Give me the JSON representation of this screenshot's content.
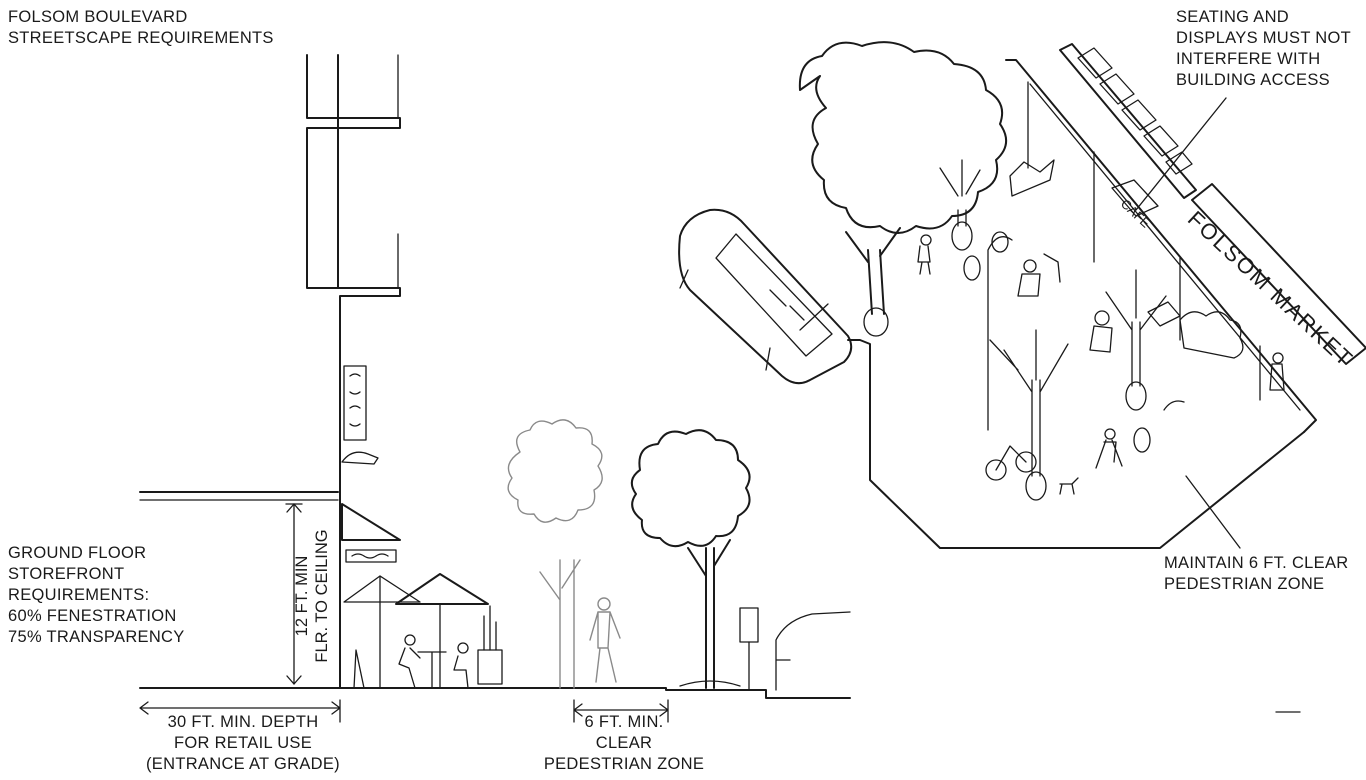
{
  "title": {
    "line1": "FOLSOM BOULEVARD",
    "line2": "STREETSCAPE REQUIREMENTS"
  },
  "storefront_note": {
    "line1": "GROUND FLOOR",
    "line2": "STOREFRONT",
    "line3": "REQUIREMENTS:",
    "line4": "60% FENESTRATION",
    "line5": "75% TRANSPARENCY"
  },
  "ceiling_dimension": {
    "line1": "12 FT. MIN",
    "line2": "FLR. TO CEILING"
  },
  "depth_dimension": {
    "line1": "30 FT. MIN. DEPTH",
    "line2": "FOR RETAIL USE",
    "line3": "(ENTRANCE AT GRADE)"
  },
  "pedestrian_dimension": {
    "line1": "6 FT. MIN.",
    "line2": "CLEAR",
    "line3": "PEDESTRIAN ZONE"
  },
  "seating_note": {
    "line1": "SEATING AND",
    "line2": "DISPLAYS MUST NOT",
    "line3": "INTERFERE WITH",
    "line4": "BUILDING ACCESS"
  },
  "clear_zone_note": {
    "line1": "MAINTAIN 6 FT. CLEAR",
    "line2": "PEDESTRIAN ZONE"
  },
  "market_sign": "FOLSOM MARKET",
  "cafe_sign": "CAFE",
  "colors": {
    "ink": "#1a1a1a",
    "faded_ink": "#8a8a8a",
    "paper": "#ffffff"
  }
}
